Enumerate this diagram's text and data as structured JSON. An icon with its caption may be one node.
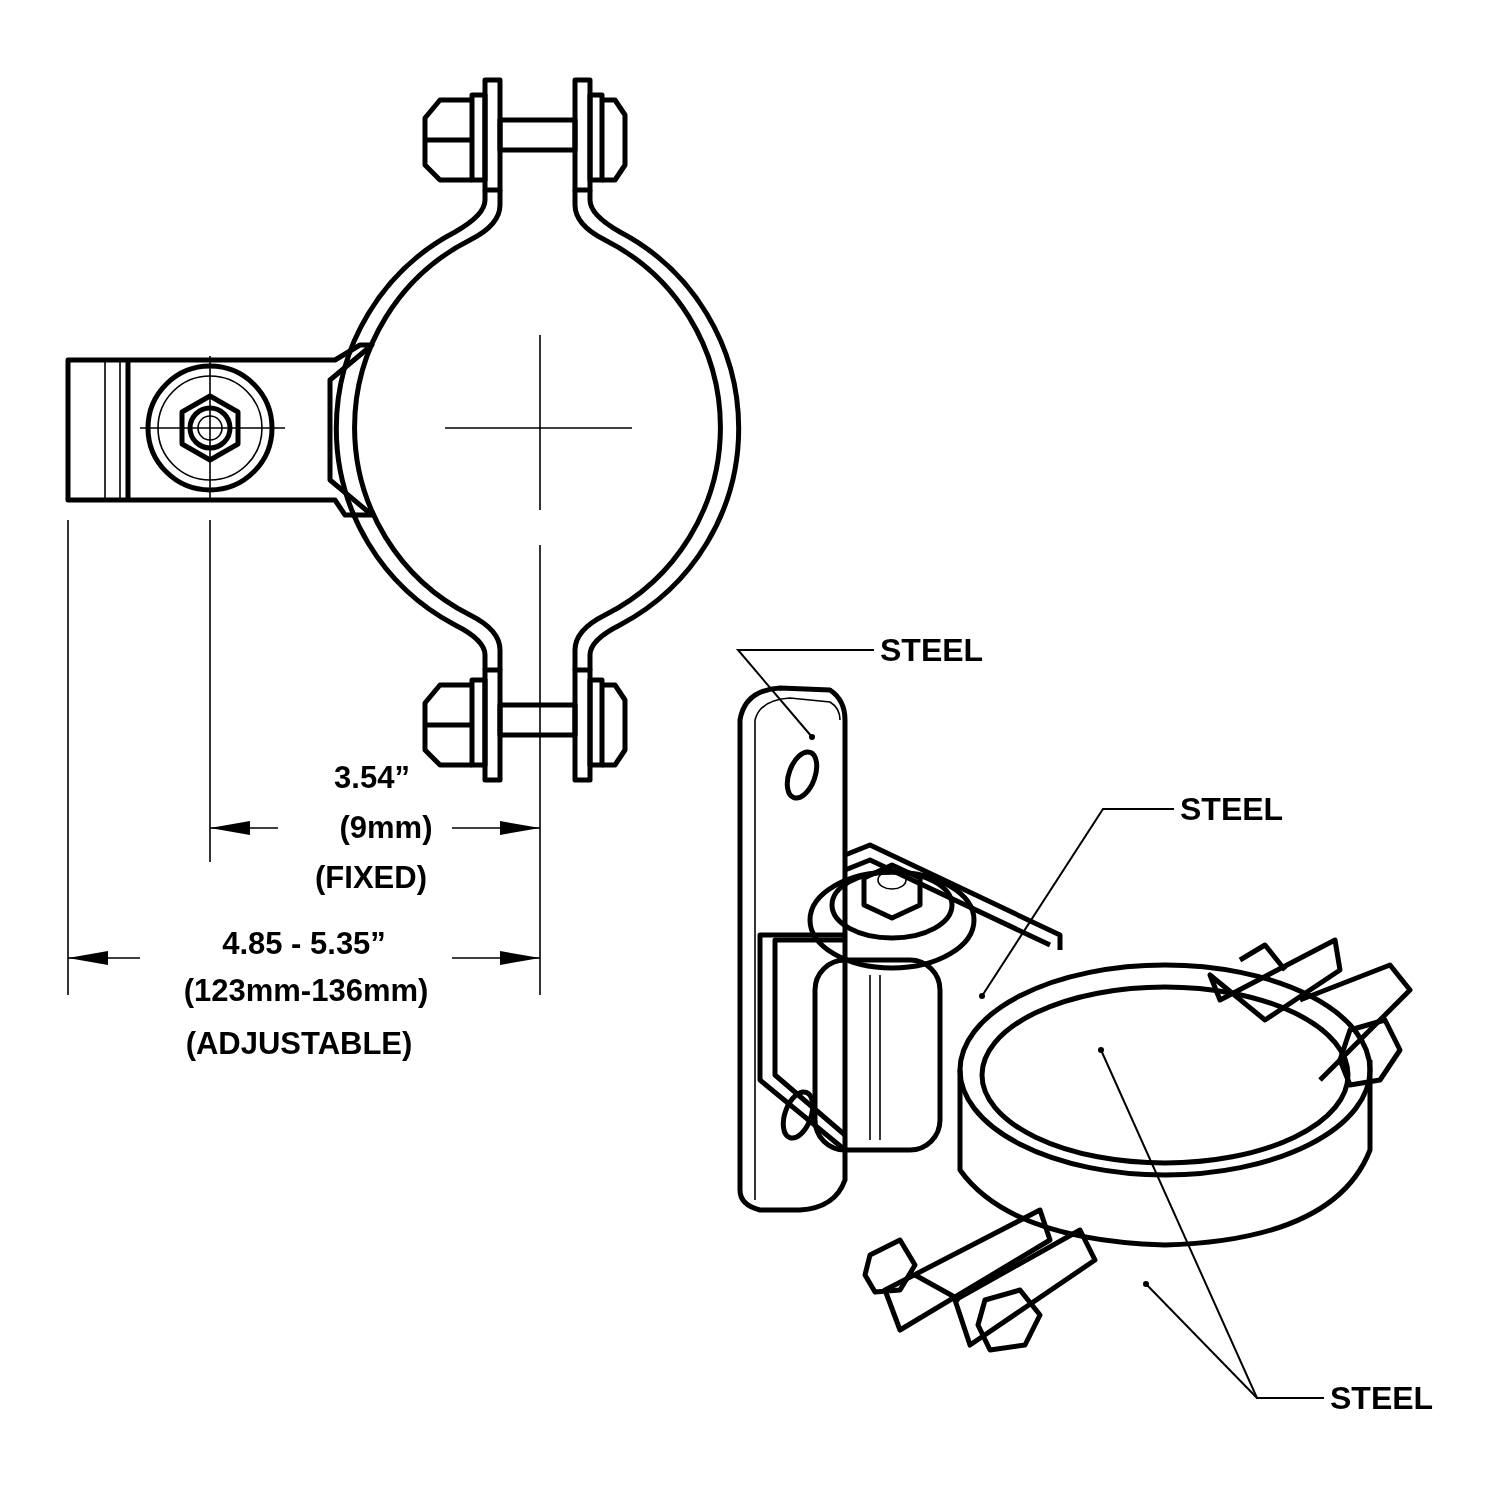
{
  "diagram": {
    "nodes": [
      {
        "text": [
          "STEEL"
        ]
      },
      {
        "text": [
          "STEEL"
        ]
      },
      {
        "text": [
          "STEEL"
        ]
      }
    ],
    "edges": [
      {
        "from": 0,
        "to": null,
        "arrow": "other"
      },
      {
        "from": 1,
        "to": null,
        "arrow": "other"
      },
      {
        "from": 2,
        "to": null,
        "arrow": "other"
      },
      {
        "from": 2,
        "to": null,
        "arrow": "other"
      }
    ],
    "labels": [
      "3.54”",
      "(9mm)",
      "(FIXED)",
      "4.85 - 5.35”",
      "(123mm-136mm)",
      "(ADJUSTABLE)"
    ]
  }
}
